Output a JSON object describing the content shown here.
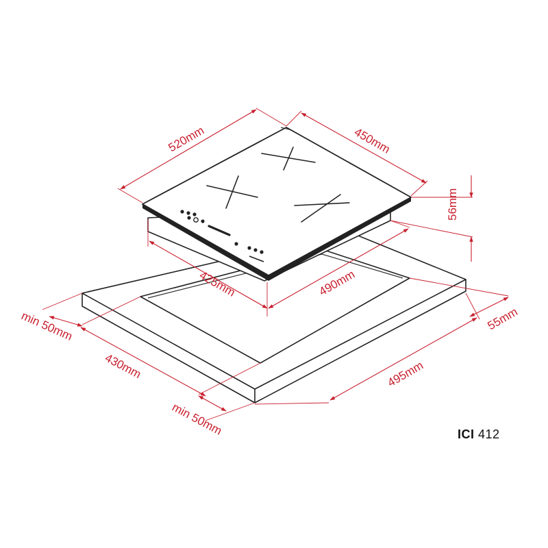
{
  "colors": {
    "dimension": "#c8202e",
    "outline": "#222222",
    "panel": "#222222"
  },
  "dimensions": {
    "hob_width": "520mm",
    "hob_depth": "450mm",
    "hob_height": "56mm",
    "cutout_width": "490mm",
    "cutout_depth": "425mm",
    "worktop_depth": "430mm",
    "worktop_width": "495mm",
    "edge_front": "55mm",
    "min_clearance_left": "min 50mm",
    "min_clearance_front": "min 50mm"
  },
  "model": {
    "series": "ICI",
    "number": "412"
  }
}
